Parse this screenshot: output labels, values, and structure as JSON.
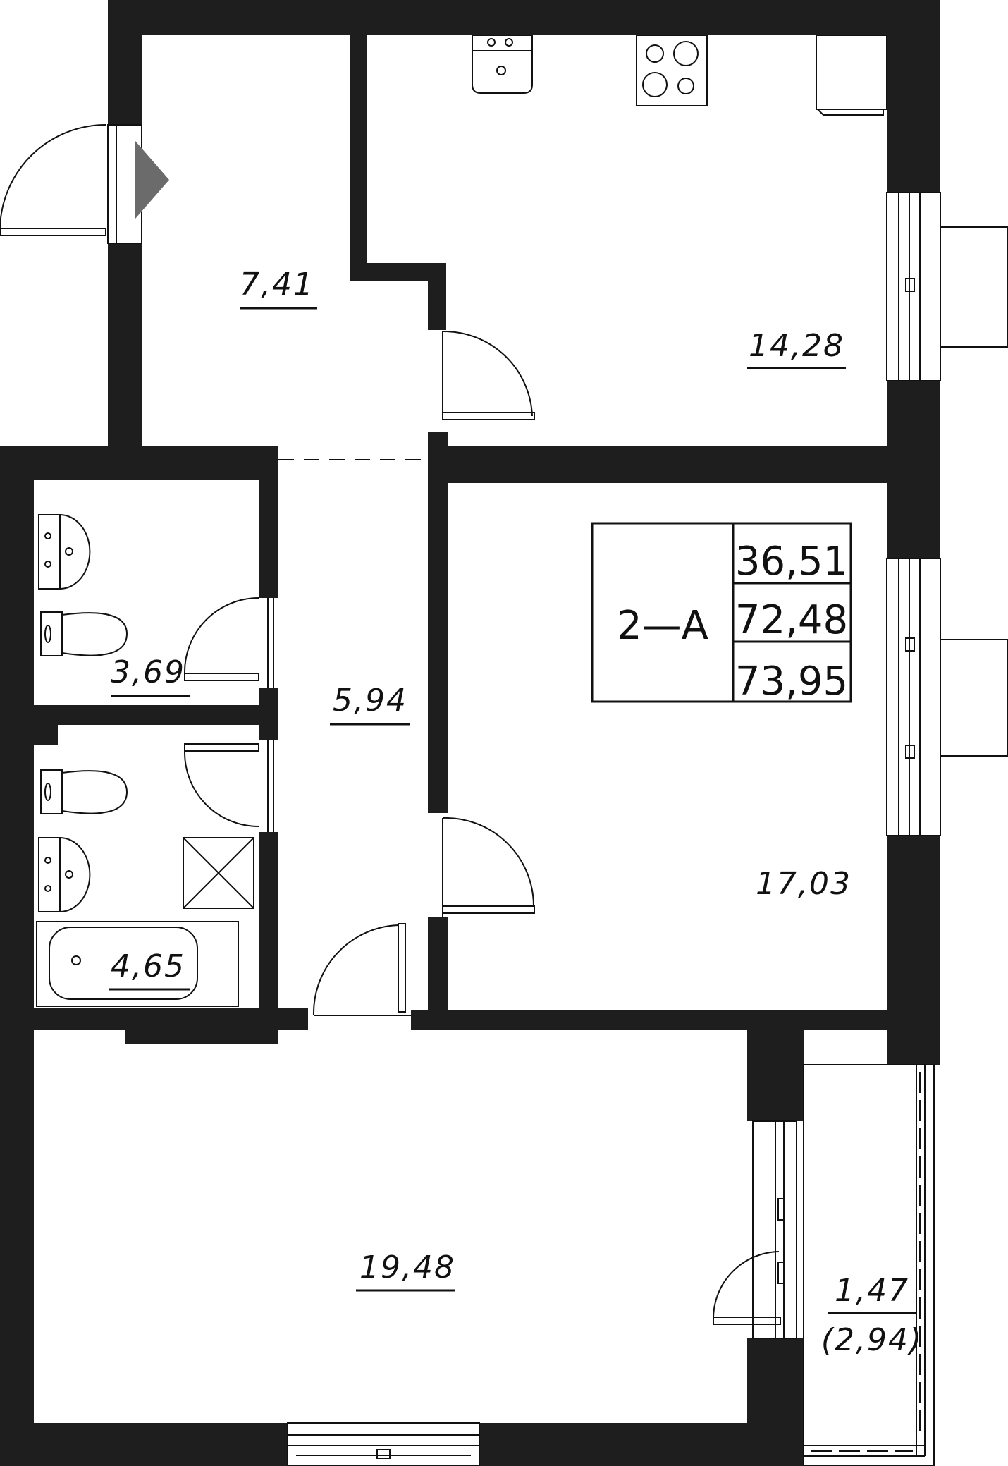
{
  "apartment": {
    "type_label": "2—A",
    "areas_summary": [
      "36,51",
      "72,48",
      "73,95"
    ]
  },
  "rooms": {
    "hall": "7,41",
    "kitchen": "14,28",
    "corridor": "5,94",
    "wc": "3,69",
    "bathroom": "4,65",
    "bedroom": "17,03",
    "living_room": "19,48",
    "balcony": "1,47",
    "balcony_full": "(2,94)"
  },
  "colors": {
    "wall": "#1e1e1e",
    "line": "#111111",
    "entrance_arrow": "#6b6b6b"
  }
}
